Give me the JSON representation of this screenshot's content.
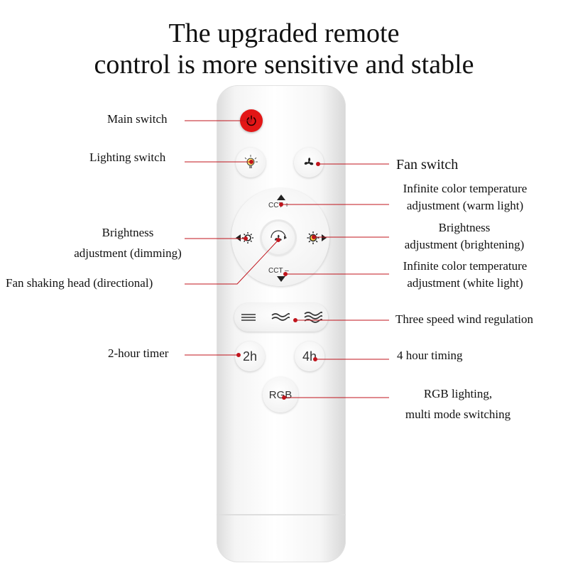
{
  "title": {
    "line1": "The upgraded remote",
    "line2": "control is more sensitive and stable"
  },
  "remote": {
    "cct_plus": "CCT",
    "cct_plus_sign": "+",
    "cct_minus": "CCT",
    "cct_minus_sign": "–",
    "timer_2h": "2h",
    "timer_4h": "4h",
    "rgb": "RGB"
  },
  "labels": {
    "main_switch": "Main switch",
    "lighting_switch": "Lighting switch",
    "fan_switch": "Fan switch",
    "warm_line1": "Infinite color temperature",
    "warm_line2": "adjustment (warm light)",
    "dim_line1": "Brightness",
    "dim_line2": "adjustment (dimming)",
    "bright_line1": "Brightness",
    "bright_line2": "adjustment (brightening)",
    "shake": "Fan shaking head (directional)",
    "white_line1": "Infinite color temperature",
    "white_line2": "adjustment (white light)",
    "wind": "Three speed wind regulation",
    "timer2": "2-hour timer",
    "timer4": "4 hour timing",
    "rgb_line1": "RGB lighting,",
    "rgb_line2": "multi mode switching"
  },
  "icons": {
    "power": "power-icon",
    "light": "light-bulb-icon",
    "fan": "fan-icon",
    "dim": "sun-dim-icon",
    "bright": "sun-bright-icon",
    "shake": "fan-oscillate-icon",
    "speed": "wind-speed-icon"
  },
  "colors": {
    "accent": "#e31616",
    "leader": "#c0141c",
    "text": "#111111"
  }
}
